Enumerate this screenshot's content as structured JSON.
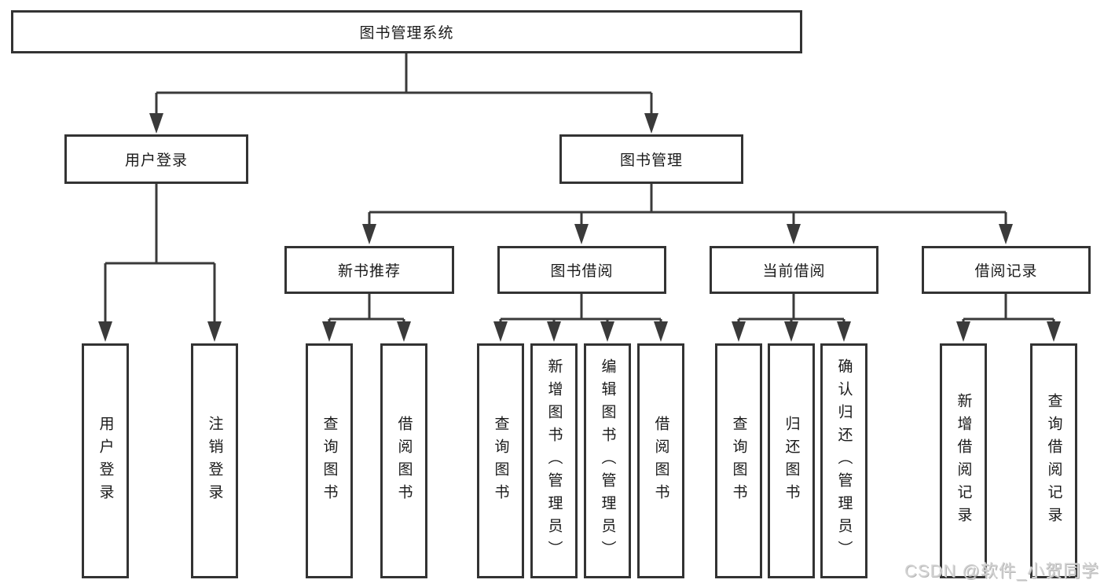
{
  "tree": {
    "label": "图书管理系统",
    "children": [
      {
        "label": "用户登录",
        "children": [
          {
            "label": "用户登录"
          },
          {
            "label": "注销登录"
          }
        ]
      },
      {
        "label": "图书管理",
        "children": [
          {
            "label": "新书推荐",
            "children": [
              {
                "label": "查询图书"
              },
              {
                "label": "借阅图书"
              }
            ]
          },
          {
            "label": "图书借阅",
            "children": [
              {
                "label": "查询图书"
              },
              {
                "label": "新增图书（管理员）"
              },
              {
                "label": "编辑图书（管理员）"
              },
              {
                "label": "借阅图书"
              }
            ]
          },
          {
            "label": "当前借阅",
            "children": [
              {
                "label": "查询图书"
              },
              {
                "label": "归还图书"
              },
              {
                "label": "确认归还（管理员）"
              }
            ]
          },
          {
            "label": "借阅记录",
            "children": [
              {
                "label": "新增借阅记录"
              },
              {
                "label": "查询借阅记录"
              }
            ]
          }
        ]
      }
    ]
  },
  "watermark": "CSDN @软件_小贺同学",
  "colors": {
    "box_border": "#333333",
    "connector_line": "#3a3a3a",
    "text": "#1a1a1a",
    "background": "#ffffff",
    "watermark_text": "#d4d4d4"
  }
}
